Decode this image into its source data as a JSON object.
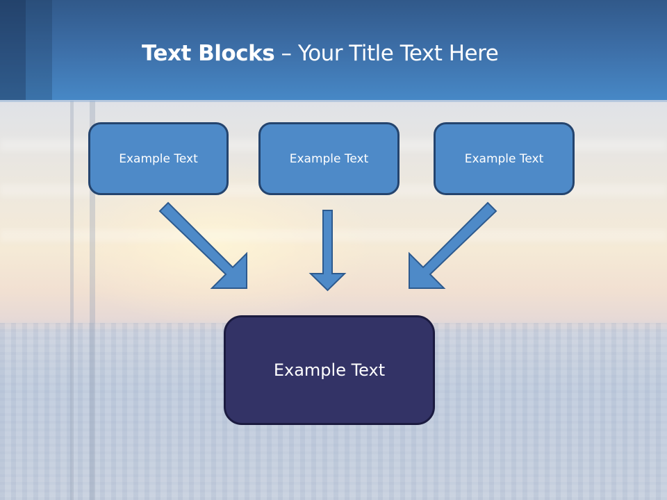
{
  "slide": {
    "title": {
      "bold": "Text Blocks",
      "separator": " – ",
      "rest": "Your Title Text Here"
    },
    "top_blocks": [
      {
        "label": "Example Text"
      },
      {
        "label": "Example Text"
      },
      {
        "label": "Example Text"
      }
    ],
    "main_block": {
      "label": "Example Text"
    },
    "arrows": [
      {
        "direction": "down-right",
        "from": "top-block-1",
        "to": "main-block"
      },
      {
        "direction": "down",
        "from": "top-block-2",
        "to": "main-block"
      },
      {
        "direction": "down-left",
        "from": "top-block-3",
        "to": "main-block"
      }
    ],
    "colors": {
      "header": "#3d6fa8",
      "block_fill": "#4e8ac8",
      "block_border": "#24446e",
      "main_block_fill": "#333366",
      "arrow_fill": "#4e8ac8",
      "text": "#ffffff"
    }
  }
}
